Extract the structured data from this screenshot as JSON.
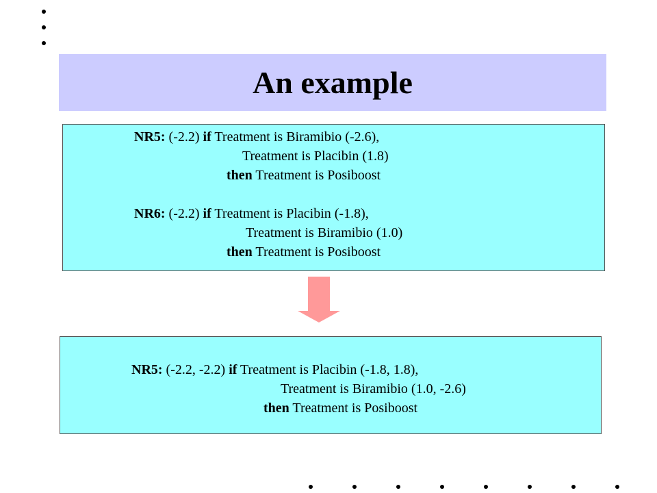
{
  "slide": {
    "title": "An example"
  },
  "rule_set_before": {
    "nr5": {
      "label": "NR5:",
      "weight": " (-2.2) ",
      "if": "if",
      "cond1": " Treatment is Biramibio (-2.6),",
      "cond2": "Treatment is Placibin (1.8)",
      "then": "then",
      "conclusion": " Treatment is Posiboost"
    },
    "nr6": {
      "label": "NR6:",
      "weight": " (-2.2) ",
      "if": "if",
      "cond1": " Treatment is Placibin (-1.8),",
      "cond2": "Treatment is Biramibio (1.0)",
      "then": "then",
      "conclusion": " Treatment is Posiboost"
    }
  },
  "rule_set_after": {
    "nr5": {
      "label": "NR5:",
      "weight": " (-2.2, -2.2) ",
      "if": "if",
      "cond1": " Treatment is Placibin (-1.8, 1.8),",
      "cond2": "Treatment is Biramibio (1.0, -2.6)",
      "then": "then",
      "conclusion": " Treatment is Posiboost"
    }
  },
  "colors": {
    "title_bar": "#ccccff",
    "rule_box": "#99ffff",
    "arrow": "#ff9999"
  },
  "icons": {
    "arrow": "down-arrow-icon"
  }
}
